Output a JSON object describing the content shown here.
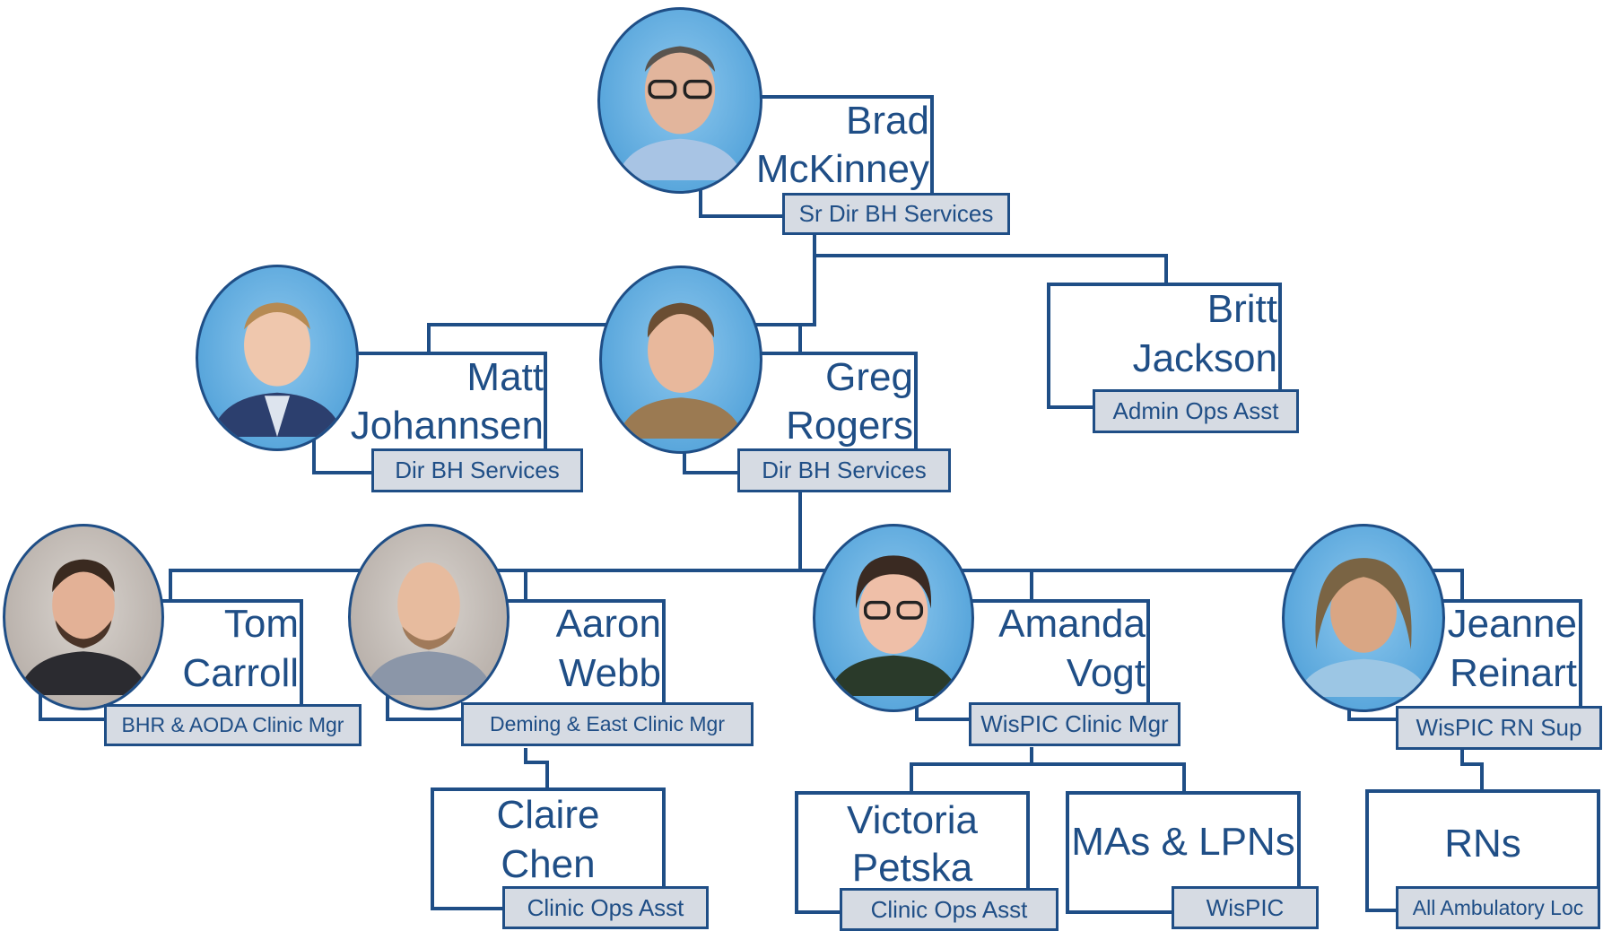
{
  "colors": {
    "line": "#1f4e86",
    "title_fill": "#d6dbe3",
    "photo_blue": "#5aa7dc"
  },
  "people": {
    "brad": {
      "first": "Brad",
      "last": "McKinney",
      "title": "Sr Dir BH Services"
    },
    "matt": {
      "first": "Matt",
      "last": "Johannsen",
      "title": "Dir BH Services"
    },
    "greg": {
      "first": "Greg",
      "last": "Rogers",
      "title": "Dir BH Services"
    },
    "britt": {
      "first": "Britt",
      "last": "Jackson",
      "title": "Admin Ops Asst"
    },
    "tom": {
      "first": "Tom",
      "last": "Carroll",
      "title": "BHR & AODA Clinic Mgr"
    },
    "aaron": {
      "first": "Aaron",
      "last": "Webb",
      "title": "Deming & East Clinic Mgr"
    },
    "amanda": {
      "first": "Amanda",
      "last": "Vogt",
      "title": "WisPIC Clinic Mgr"
    },
    "jeanne": {
      "first": "Jeanne",
      "last": "Reinart",
      "title": "WisPIC RN Sup"
    },
    "claire": {
      "first": "Claire",
      "last": "Chen",
      "title": "Clinic Ops Asst"
    },
    "victoria": {
      "first": "Victoria",
      "last": "Petska",
      "title": "Clinic Ops Asst"
    },
    "mas": {
      "label": "MAs & LPNs",
      "title": "WisPIC"
    },
    "rns": {
      "label": "RNs",
      "title": "All Ambulatory Loc"
    }
  }
}
